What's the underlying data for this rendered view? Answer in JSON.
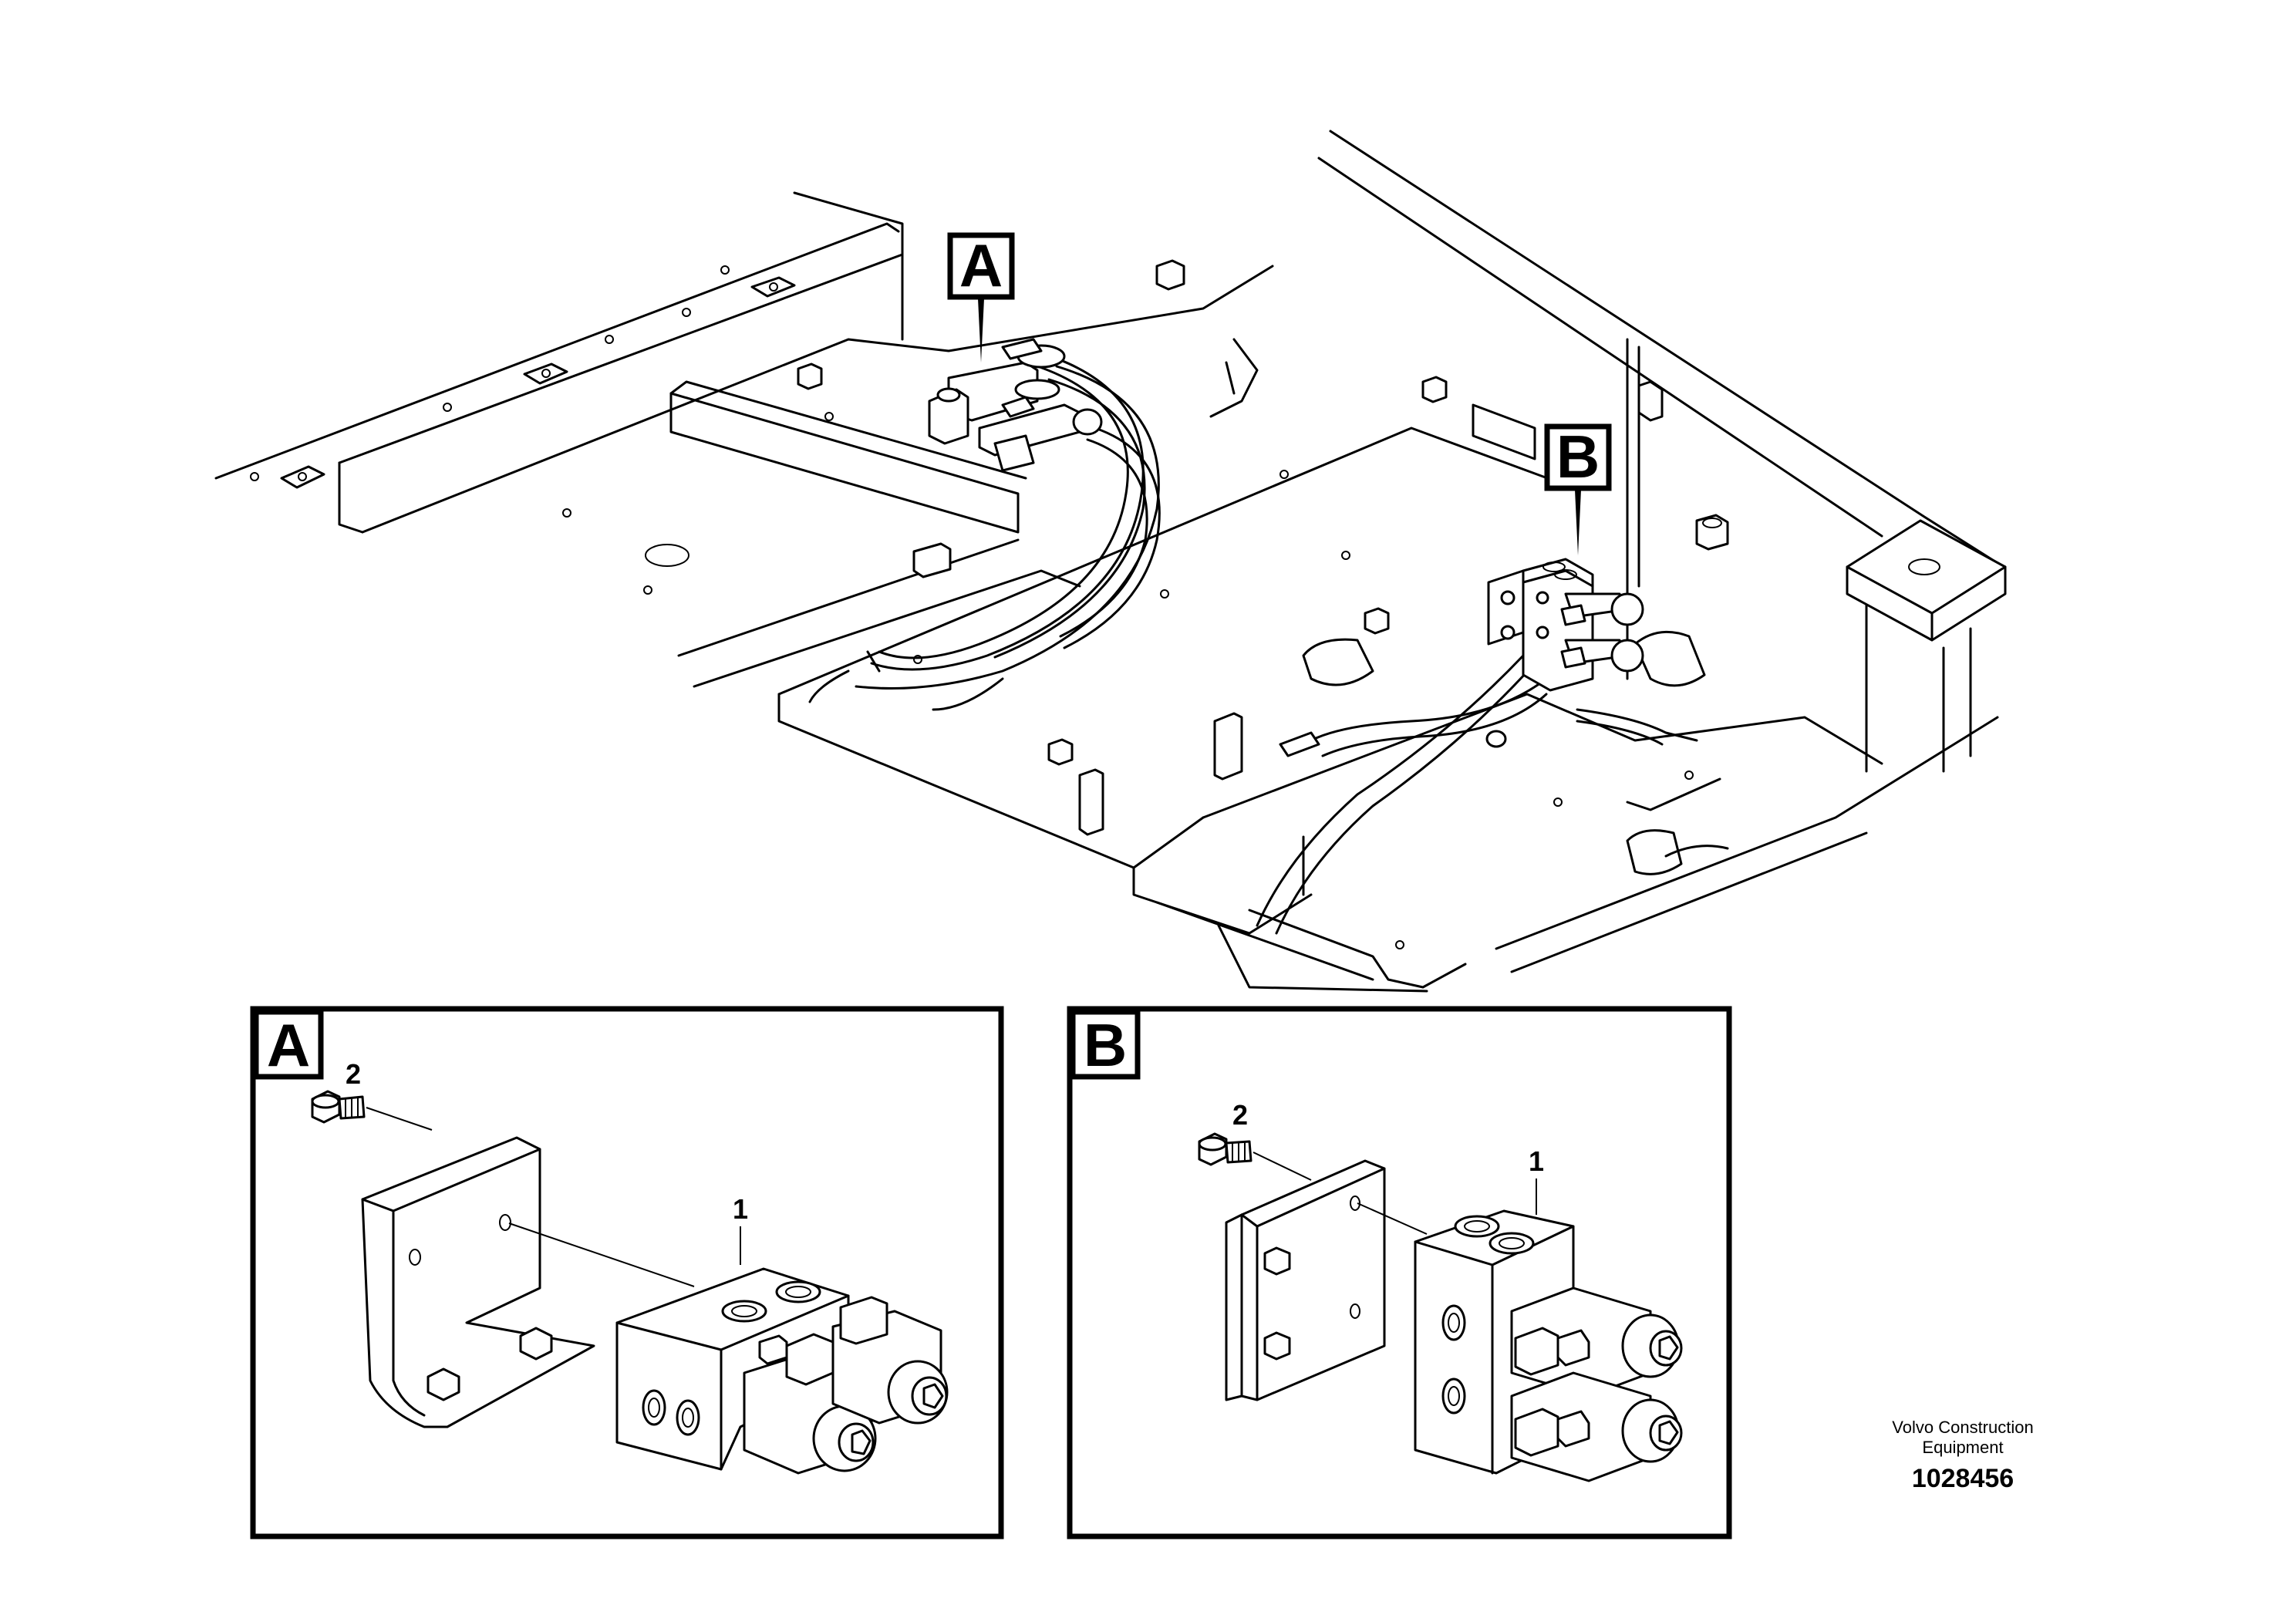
{
  "callouts": {
    "overview_a": "A",
    "overview_b": "B",
    "detail_a": "A",
    "detail_b": "B"
  },
  "item_numbers": {
    "a_bolt": "2",
    "a_valve": "1",
    "b_bolt": "2",
    "b_valve": "1"
  },
  "footer": {
    "brand_line1": "Volvo Construction",
    "brand_line2": "Equipment",
    "doc_number": "1028456"
  }
}
